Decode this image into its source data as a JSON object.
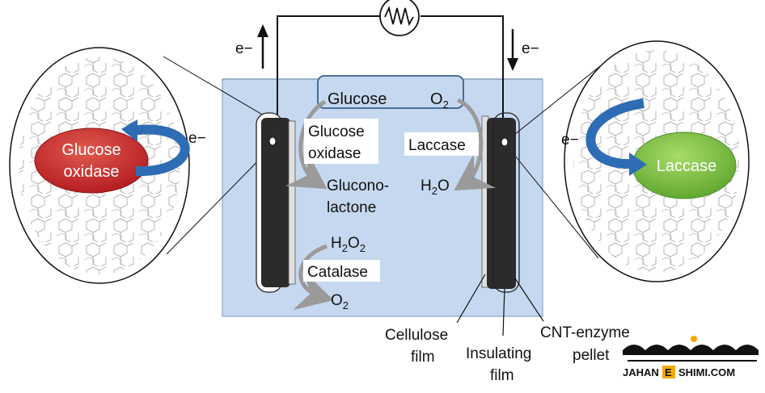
{
  "electrons": {
    "left": "e−",
    "right": "e−",
    "left_zoom": "e−",
    "right_zoom": "e−"
  },
  "enzymes": {
    "left_zoom": [
      "Glucose",
      "oxidase"
    ],
    "right_zoom": "Laccase"
  },
  "reactants": {
    "glucose": "Glucose",
    "oxygen": "O",
    "oxygen_sub": "2"
  },
  "anode": {
    "enzyme": [
      "Glucose",
      "oxidase"
    ],
    "product": [
      "Glucono-",
      "lactone"
    ],
    "peroxide": "H",
    "peroxide_sub1": "2",
    "peroxide_mid": "O",
    "peroxide_sub2": "2",
    "catalase": "Catalase",
    "o2": "O",
    "o2_sub": "2"
  },
  "cathode": {
    "enzyme": "Laccase",
    "water": "H",
    "water_sub": "2",
    "water_end": "O"
  },
  "callouts": {
    "cellulose": [
      "Cellulose",
      "film"
    ],
    "insulating": [
      "Insulating",
      "film"
    ],
    "cnt": [
      "CNT-enzyme",
      "pellet"
    ]
  },
  "watermark": {
    "latin_left": "JAHAN",
    "latin_mid": "E",
    "latin_right": "SHIMI.COM"
  },
  "colors": {
    "electrolyte": "#c5d8ef",
    "glucose_oxidase": "#c8292d",
    "laccase": "#7fbf3b",
    "electron_arrow": "#2e6db5",
    "electrode": "#2b2b2b"
  }
}
